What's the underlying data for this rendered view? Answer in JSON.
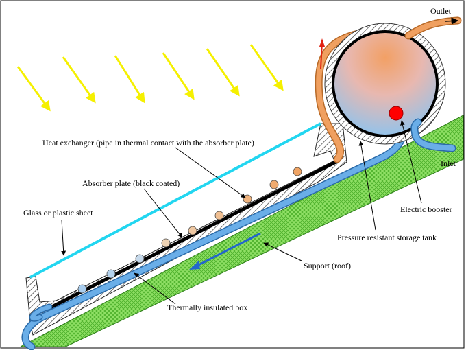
{
  "labels": {
    "outlet": "Outlet",
    "heat_exchanger": "Heat exchanger (pipe in thermal contact with the absorber plate)",
    "absorber_plate": "Absorber plate (black coated)",
    "inlet": "Inlet",
    "glass_sheet": "Glass or plastic sheet",
    "electric_booster": "Electric booster",
    "storage_tank": "Pressure resistant storage tank",
    "support": "Support (roof)",
    "insulated_box": "Thermally insulated box"
  },
  "colors": {
    "sun_rays": "#f5f000",
    "glass": "#22d6f0",
    "hot_water": "#f0a060",
    "cold_water": "#6aaee8",
    "roof_green": "#7ed957",
    "absorber": "#000000",
    "booster": "#ff0000"
  }
}
